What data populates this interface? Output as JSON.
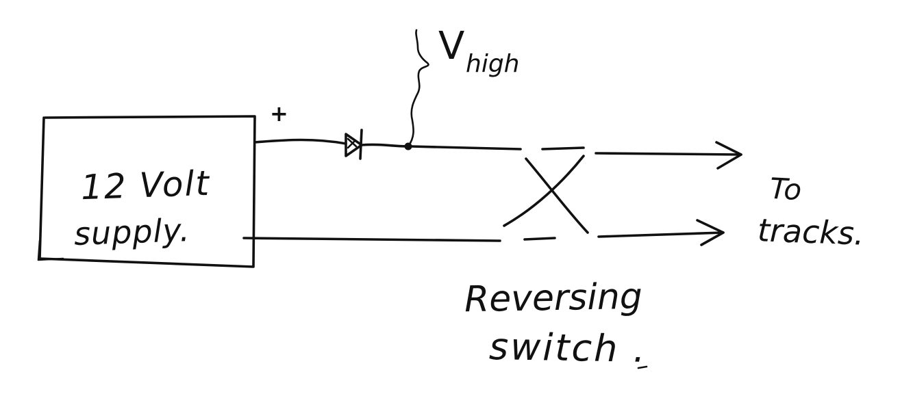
{
  "diagram": {
    "supply_label_line1": "12 Volt",
    "supply_label_line2": "supply.",
    "plus_sign": "+",
    "voltage_label_main": "V",
    "voltage_label_sub": "high",
    "output_label_line1": "To",
    "output_label_line2": "tracks.",
    "switch_label_line1": "Reversing",
    "switch_label_line2": "switch ."
  },
  "colors": {
    "ink": "#111111",
    "paper": "#ffffff"
  }
}
